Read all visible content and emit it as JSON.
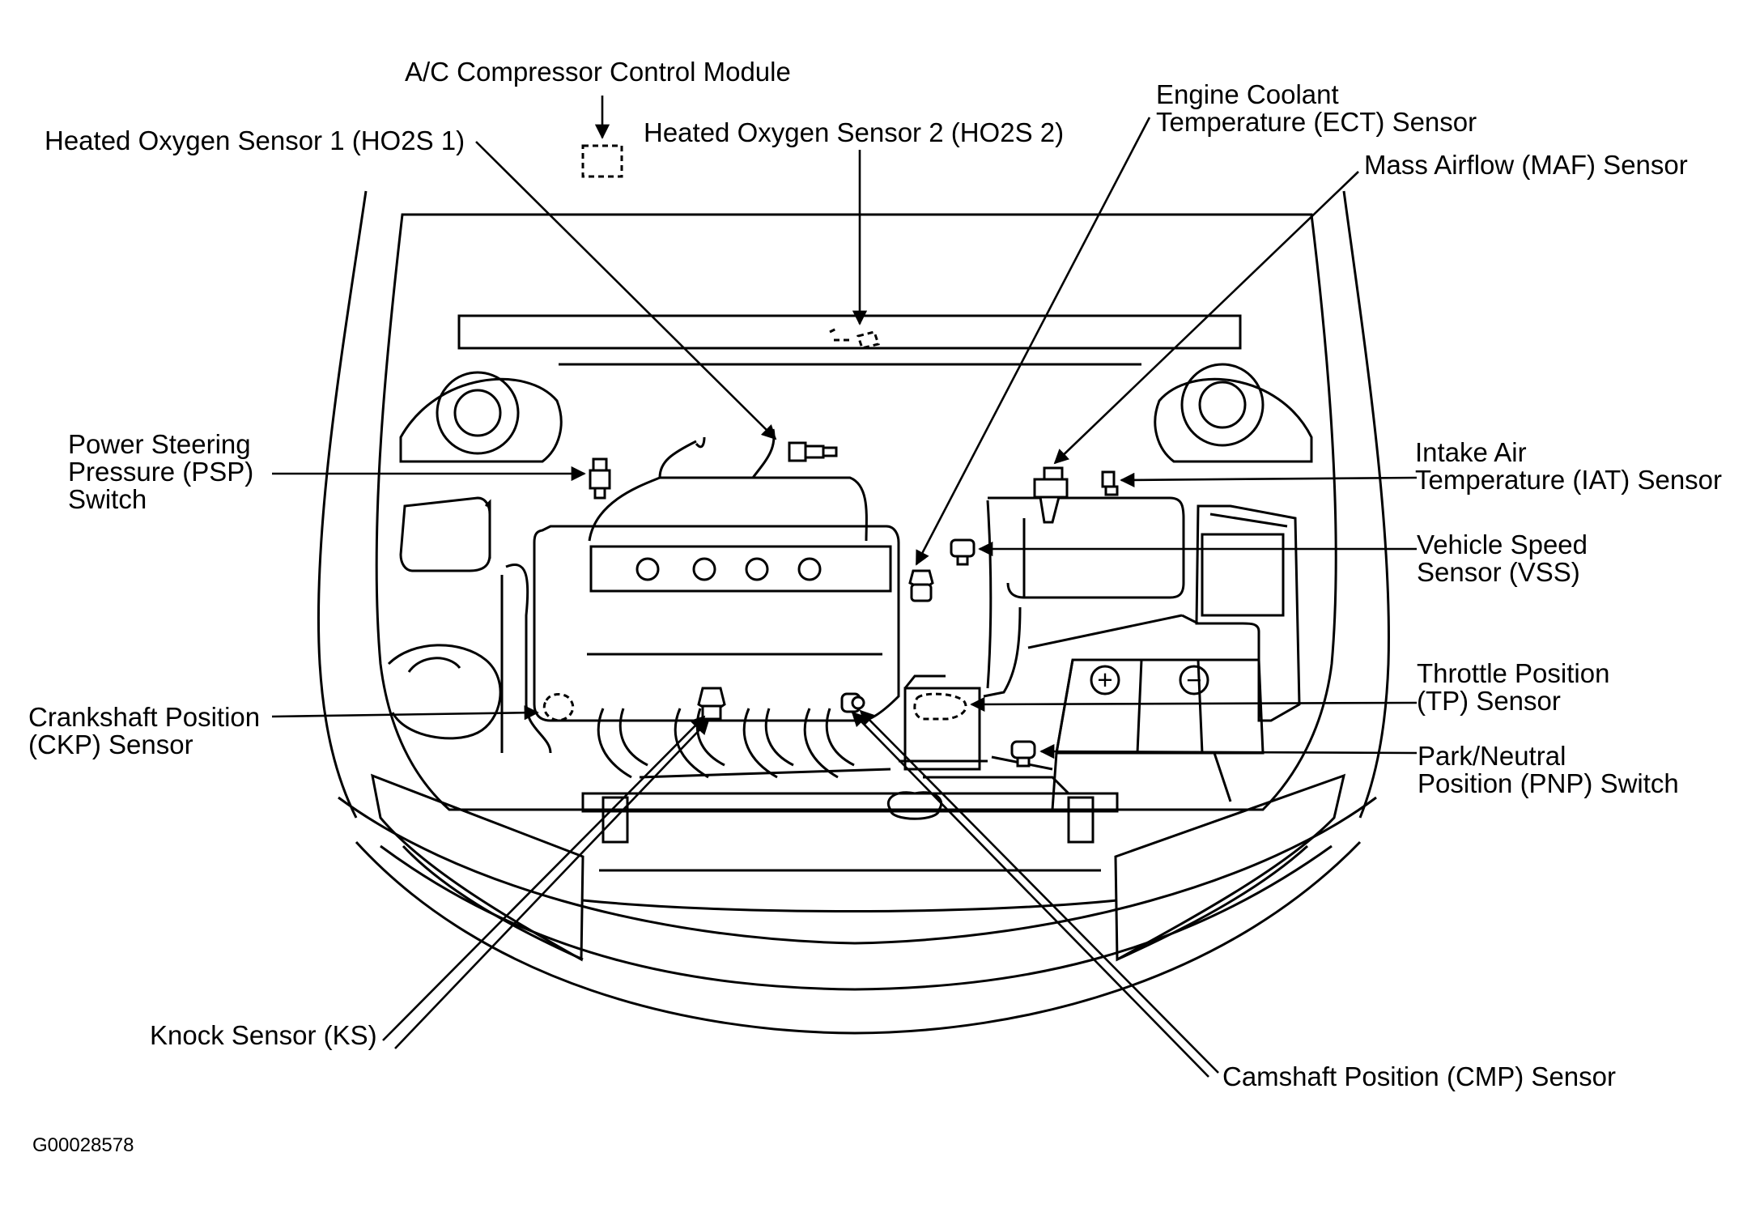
{
  "labels": {
    "ac_module": "A/C Compressor Control Module",
    "ho2s1": "Heated Oxygen Sensor 1 (HO2S 1)",
    "ho2s2": "Heated Oxygen Sensor 2 (HO2S 2)",
    "ect_line1": "Engine Coolant",
    "ect_line2": "Temperature (ECT) Sensor",
    "maf": "Mass Airflow (MAF) Sensor",
    "psp_line1": "Power Steering",
    "psp_line2": "Pressure (PSP)",
    "psp_line3": "Switch",
    "iat_line1": "Intake Air",
    "iat_line2": "Temperature (IAT) Sensor",
    "vss_line1": "Vehicle Speed",
    "vss_line2": "Sensor (VSS)",
    "tp_line1": "Throttle Position",
    "tp_line2": "(TP) Sensor",
    "ckp_line1": "Crankshaft Position",
    "ckp_line2": "(CKP) Sensor",
    "pnp_line1": "Park/Neutral",
    "pnp_line2": "Position (PNP) Switch",
    "ks": "Knock Sensor (KS)",
    "cmp": "Camshaft Position (CMP) Sensor"
  },
  "battery": {
    "positive": "+",
    "negative": "−"
  },
  "figure_code": "G00028578"
}
